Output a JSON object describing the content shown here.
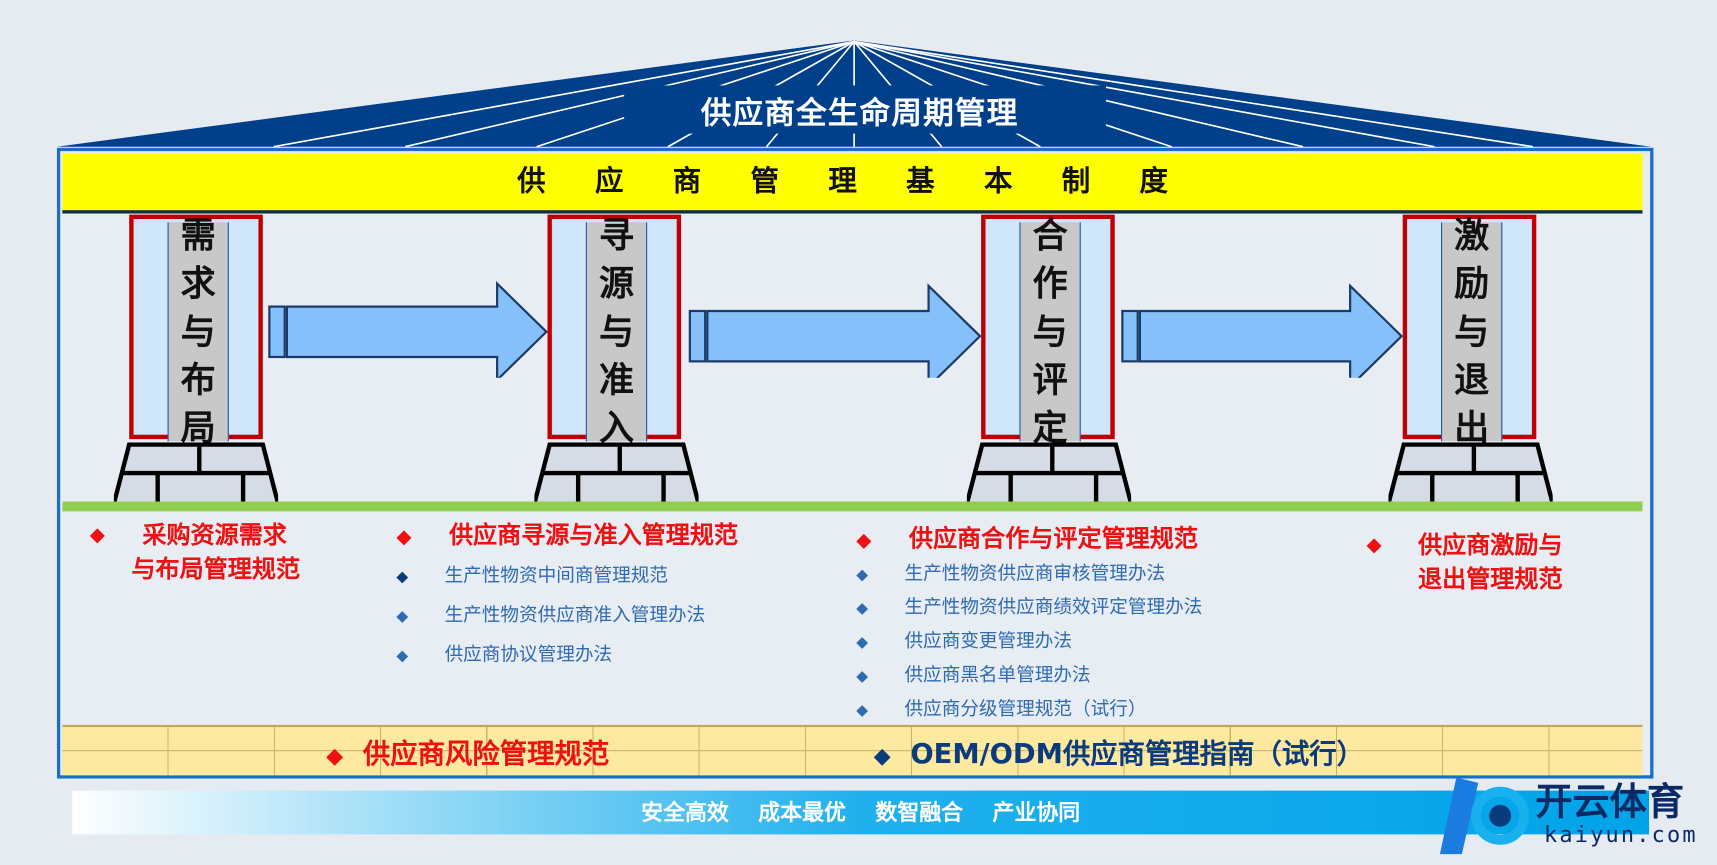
{
  "title": "供应商全生命周期管理",
  "foundation_bar": "供 应 商 管 理 基 本 制 度",
  "pillars": [
    {
      "chars": [
        "需",
        "求",
        "与",
        "布",
        "局"
      ]
    },
    {
      "chars": [
        "寻",
        "源",
        "与",
        "准",
        "入"
      ]
    },
    {
      "chars": [
        "合",
        "作",
        "与",
        "评",
        "定"
      ]
    },
    {
      "chars": [
        "激",
        "励",
        "与",
        "退",
        "出"
      ]
    }
  ],
  "columns": [
    {
      "heading": [
        "采购资源需求",
        "与布局管理规范"
      ],
      "items": []
    },
    {
      "heading": [
        "供应商寻源与准入管理规范"
      ],
      "items": [
        "生产性物资中间商管理规范",
        "生产性物资供应商准入管理办法",
        "供应商协议管理办法"
      ]
    },
    {
      "heading": [
        "供应商合作与评定管理规范"
      ],
      "items": [
        "生产性物资供应商审核管理办法",
        "生产性物资供应商绩效评定管理办法",
        "供应商变更管理办法",
        "供应商黑名单管理办法",
        "供应商分级管理规范（试行）"
      ]
    },
    {
      "heading": [
        "供应商激励与",
        "退出管理规范"
      ],
      "items": []
    }
  ],
  "bottom": {
    "risk": "供应商风险管理规范",
    "oem": "OEM/ODM供应商管理指南（试行）"
  },
  "banner": "安全高效 成本最优 数智融合 产业协同",
  "logo": {
    "cn": "开云体育",
    "en": "kaiyun.com"
  },
  "colors": {
    "roof": "#003f8a",
    "accent_red": "#ee1111",
    "yellow": "#ffff00",
    "arrow": "#86c0fa"
  }
}
